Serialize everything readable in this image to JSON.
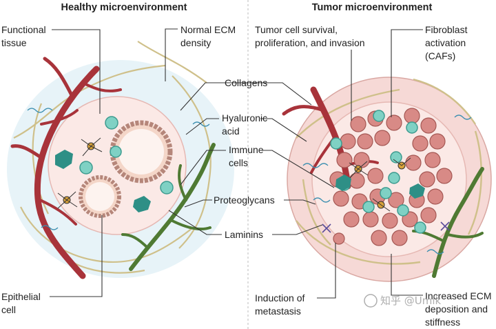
{
  "panels": {
    "healthy_title": "Healthy microenvironment",
    "tumor_title": "Tumor microenvironment"
  },
  "labels": {
    "functional_tissue": [
      "Functional",
      "tissue"
    ],
    "normal_ecm": [
      "Normal ECM",
      "density"
    ],
    "collagens": "Collagens",
    "hyaluronic": [
      "Hyaluronic",
      "acid"
    ],
    "immune": [
      "Immune",
      "cells"
    ],
    "proteoglycans": "Proteoglycans",
    "laminins": "Laminins",
    "epithelial": [
      "Epithelial",
      "cell"
    ],
    "tumor_survival": [
      "Tumor cell survival,",
      "proliferation, and invasion"
    ],
    "fibroblast": [
      "Fibroblast",
      "activation",
      "(CAFs)"
    ],
    "metastasis": [
      "Induction of",
      "metastasis"
    ],
    "increased_ecm": [
      "Increased ECM",
      "deposition and",
      "stiffness"
    ]
  },
  "watermark": "知乎 @Umik",
  "colors": {
    "ecm_pink": "#f6d9d6",
    "tissue_pink": "#fbe9e6",
    "vessel": "#a8333a",
    "fibroblast": "#4f7a33",
    "immune_cell": "#7fd1c4",
    "macrophage": "#2e8f86",
    "tumor_cell": "#d88a86",
    "dendritic": "#d9a23a",
    "collagen": "#cfc08a",
    "hyaluronic": "#3c8fb0",
    "laminin": "#5a4d9a"
  }
}
